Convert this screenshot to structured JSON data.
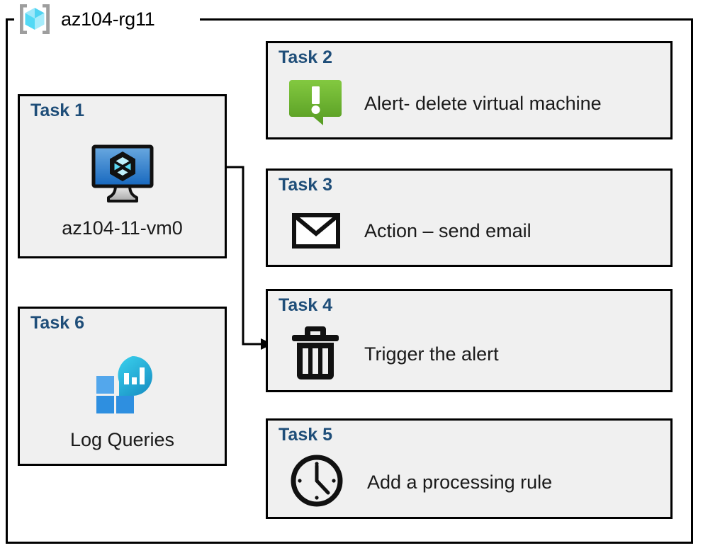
{
  "diagram": {
    "resource_group": {
      "name": "az104-rg11",
      "icon": "azure-resource-group-icon"
    },
    "colors": {
      "task_title": "#1F4E79",
      "card_background": "#f0f0f0",
      "card_border": "#000000",
      "alert_green_light": "#7DC242",
      "alert_green_dark": "#589B26",
      "vm_blue_light": "#5B9BD5",
      "vm_blue_dark": "#1866B8",
      "log_cyan": "#32C8E6",
      "log_teal": "#1B9BC6",
      "log_blue": "#2E8FE0",
      "log_blue_light": "#4EA6F0",
      "bracket_gray": "#9E9E9E",
      "cube_cyan_light": "#9FE8FA",
      "cube_cyan": "#52D9F5",
      "cube_cyan_dark": "#31C6E8"
    },
    "cards": [
      {
        "id": "task-1",
        "title": "Task 1",
        "label": "az104-11-vm0",
        "icon": "virtual-machine-icon",
        "column": "left"
      },
      {
        "id": "task-2",
        "title": "Task 2",
        "label": "Alert- delete virtual machine",
        "icon": "alert-exclamation-icon",
        "column": "right"
      },
      {
        "id": "task-3",
        "title": "Task 3",
        "label": "Action – send email",
        "icon": "envelope-icon",
        "column": "right"
      },
      {
        "id": "task-4",
        "title": "Task 4",
        "label": "Trigger the alert",
        "icon": "trash-can-icon",
        "column": "right"
      },
      {
        "id": "task-5",
        "title": "Task 5",
        "label": "Add a processing rule",
        "icon": "clock-icon",
        "column": "right"
      },
      {
        "id": "task-6",
        "title": "Task 6",
        "label": "Log Queries",
        "icon": "log-analytics-icon",
        "column": "left"
      }
    ],
    "connectors": [
      {
        "id": "vm-to-trigger",
        "from": "task-1",
        "to": "task-4",
        "arrow": "arrowhead-right"
      }
    ]
  }
}
